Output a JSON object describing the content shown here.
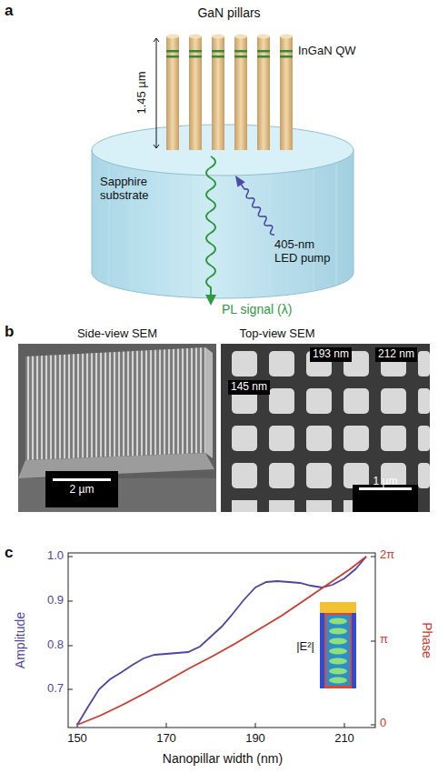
{
  "diagram": {
    "nodes": [
      {
        "text": [
          "Sapphire substrate"
        ]
      },
      {
        "text": [
          "Side-view SEM",
          "2 µm"
        ]
      },
      {
        "text": [
          "Top-view SEM",
          "145 nm",
          "193 nm",
          "212 nm",
          "1 µm"
        ]
      }
    ],
    "labels": [
      "a",
      "GaN pillars",
      "InGaN QW",
      "1.45 µm",
      "405-nm LED pump",
      "PL signal (λ)",
      "b",
      "c",
      "Amplitude",
      "1.0",
      "0.9",
      "0.8",
      "0.7",
      "Phase",
      "2π",
      "π",
      "0",
      "150",
      "170",
      "190",
      "210",
      "Nanopillar width (nm)",
      "|E²|"
    ]
  }
}
